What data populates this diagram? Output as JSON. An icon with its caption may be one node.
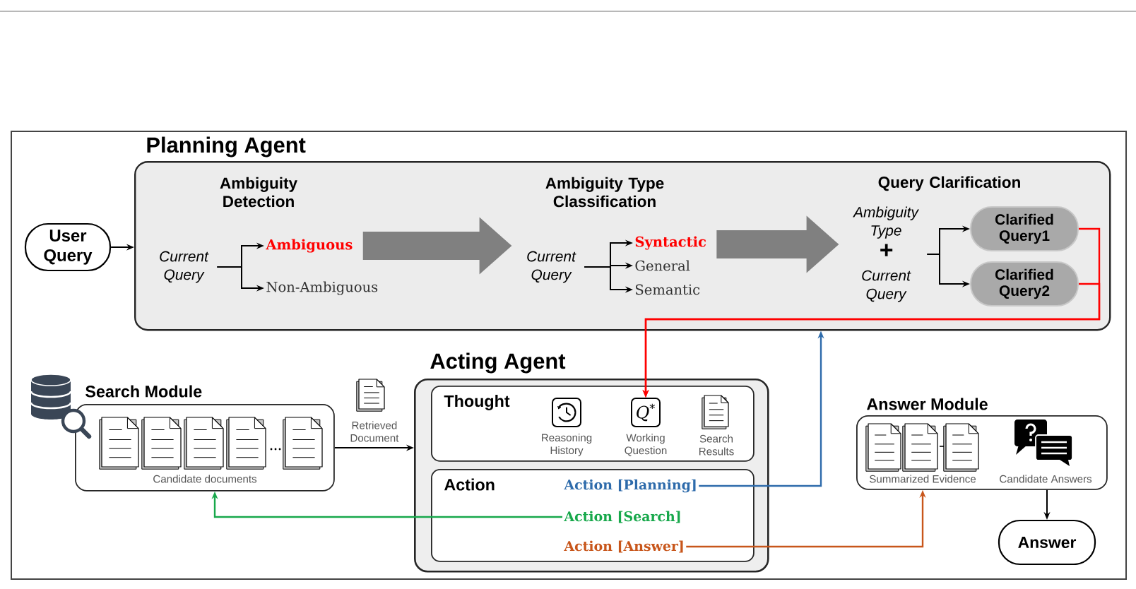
{
  "diagram": {
    "nodes": [
      {
        "text": [
          "User Query"
        ]
      },
      {
        "text": [
          "Planning Agent",
          "Ambiguity Detection",
          "Ambiguity Type Classification",
          "Query Clarification"
        ]
      },
      {
        "text": [
          "Current Query"
        ],
        "in": 1
      },
      {
        "text": [
          "Ambiguous"
        ],
        "in": 1
      },
      {
        "text": [
          "Non-Ambiguous"
        ],
        "in": 1
      },
      {
        "text": [
          "Current Query"
        ],
        "in": 1
      },
      {
        "text": [
          "Syntactic"
        ],
        "in": 1
      },
      {
        "text": [
          "General"
        ],
        "in": 1
      },
      {
        "text": [
          "Semantic"
        ],
        "in": 1
      },
      {
        "text": [
          "Ambiguity Type",
          "+",
          "Current Query"
        ],
        "in": 1
      },
      {
        "text": [
          "Clarified Query1"
        ],
        "in": 1
      },
      {
        "text": [
          "Clarified Query2"
        ],
        "in": 1
      },
      {
        "text": [
          "Search Module",
          "Candidate documents"
        ]
      },
      {
        "text": [
          "Acting Agent"
        ]
      },
      {
        "text": [
          "Thought"
        ],
        "in": 13
      },
      {
        "text": [],
        "shape": "picture",
        "beside": [
          "Reasoning History"
        ],
        "in": 14
      },
      {
        "text": [
          "Q$^{*}$"
        ],
        "beside": [
          "Working Question"
        ],
        "in": 14
      },
      {
        "text": [],
        "shape": "picture",
        "beside": [
          "Search Results"
        ],
        "in": 14
      },
      {
        "text": [
          "Action"
        ],
        "in": 13
      },
      {
        "text": [
          "Action [Planning]"
        ],
        "in": 18
      },
      {
        "text": [
          "Action [Search]"
        ],
        "in": 18
      },
      {
        "text": [
          "Action [Answer]"
        ],
        "in": 18
      },
      {
        "text": [
          "Answer Module",
          "Summarized Evidence",
          "Candidate Answers"
        ]
      },
      {
        "text": [
          "Answer"
        ]
      }
    ],
    "edges": [
      {
        "from": 0,
        "to": 1,
        "arrow": "to"
      },
      {
        "from": 2,
        "to": 3,
        "arrow": "to"
      },
      {
        "from": 2,
        "to": 4,
        "arrow": "to"
      },
      {
        "from": 3,
        "to": 5,
        "arrow": "to",
        "style": "thick",
        "color": "#808080"
      },
      {
        "from": 5,
        "to": 6,
        "arrow": "to"
      },
      {
        "from": 5,
        "to": 7,
        "arrow": "to"
      },
      {
        "from": 5,
        "to": 8,
        "arrow": "to"
      },
      {
        "from": 6,
        "to": 9,
        "arrow": "to",
        "style": "thick",
        "color": "#808080"
      },
      {
        "from": 9,
        "to": 10,
        "arrow": "to"
      },
      {
        "from": 9,
        "to": 11,
        "arrow": "to"
      },
      {
        "from": 10,
        "to": 16,
        "arrow": "to",
        "color": "#ff0000"
      },
      {
        "from": 11,
        "to": 16,
        "arrow": "to",
        "color": "#ff0000"
      },
      {
        "from": 12,
        "to": 13,
        "arrow": "to",
        "label": "Retrieved Document"
      },
      {
        "from": 19,
        "to": 1,
        "arrow": "to",
        "color": "#2e6bab"
      },
      {
        "from": 20,
        "to": 12,
        "arrow": "to",
        "color": "#17a84b"
      },
      {
        "from": 21,
        "to": 22,
        "arrow": "to",
        "color": "#c8561b"
      },
      {
        "from": 22,
        "to": 23,
        "arrow": "to"
      }
    ]
  }
}
